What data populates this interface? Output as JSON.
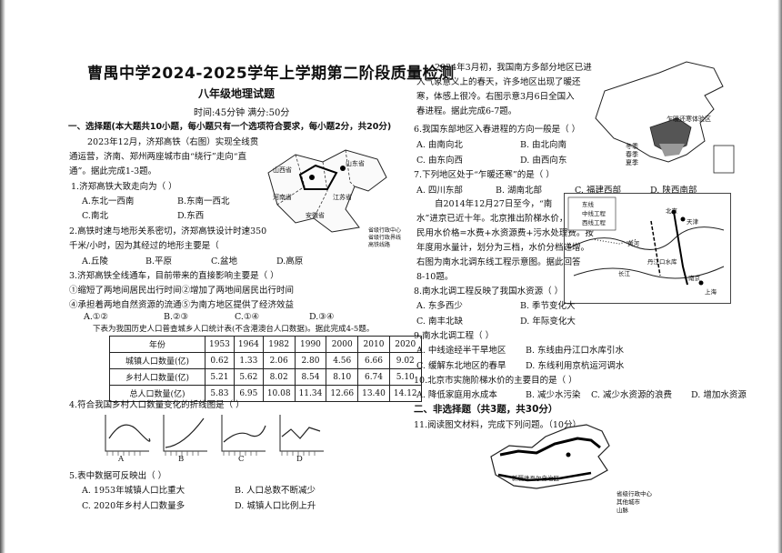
{
  "header": {
    "title": "曹禺中学2024-2025学年上学期第二阶段质量检测",
    "subtitle": "八年级地理试题",
    "meta": "时间:45分钟    满分:50分"
  },
  "section1": {
    "heading": "一、选择题(本大题共10小题，每小题只有一个选项符合要求，每小题2分，共20分)",
    "intro_lines": [
      "2023年12月，济郑高铁（右图）实现全线贯",
      "通运营，济南、郑州两座城市由“绕行”走向“直",
      "通”。据此完成1-3题。"
    ],
    "q1": {
      "stem": "1.济郑高铁大致走向为（  ）",
      "options": [
        "A.东北一西南",
        "B.东南一西北",
        "C.南北",
        "D.东西"
      ]
    },
    "q2": {
      "stem_lines": [
        "2.高铁时速与地形关系密切，济郑高铁设计时速350",
        "千米/小时，因为其经过的地形主要是（"
      ],
      "options": [
        "A.丘陵",
        "B.平原",
        "C.盆地",
        "D.高原"
      ]
    },
    "q3": {
      "stem": "3.济郑高铁全线通车，目前带来的直接影响主要是（  ）",
      "items": [
        "①缩短了两地间居民出行时间②增加了两地间居民出行时间",
        "④承担着两地自然资源的流通⑤为南方地区提供了经济效益"
      ],
      "options": [
        "A.①②",
        "B.②③",
        "C.①④",
        "D.③④"
      ]
    },
    "table_intro": "下表为我国历史人口普查城乡人口统计表(不含港澳台人口数据)。据此完成4-5题。",
    "table": {
      "headers": [
        "年份",
        "1953",
        "1964",
        "1982",
        "1990",
        "2000",
        "2010",
        "2020"
      ],
      "rows": [
        [
          "城镇人口数量(亿)",
          "0.62",
          "1.33",
          "2.06",
          "2.80",
          "4.56",
          "6.66",
          "9.02"
        ],
        [
          "乡村人口数量(亿)",
          "5.21",
          "5.62",
          "8.02",
          "8.54",
          "8.10",
          "6.74",
          "5.10"
        ],
        [
          "总人口数量(亿)",
          "5.83",
          "6.95",
          "10.08",
          "11.34",
          "12.66",
          "13.40",
          "14.12"
        ]
      ]
    },
    "q4": {
      "stem": "4.符合我国乡村人口数量变化的折线图是（  ）",
      "chart_labels": [
        "A",
        "B",
        "C",
        "D"
      ]
    },
    "q5": {
      "stem": "5.表中数据可反映出（  ）",
      "options": [
        "A.  1953年城镇人口比重大",
        "B.  人口总数不断减少",
        "C.  2020年乡村人口数量多",
        "D.  城镇人口比例上升"
      ]
    }
  },
  "map1": {
    "labels": [
      "山西省",
      "河南省",
      "安徽省",
      "江苏省",
      "山东省"
    ],
    "legend": [
      "省级行政中心",
      "省级行政界线",
      "高铁线路"
    ]
  },
  "right_col": {
    "intro_lines": [
      "2024年3月初，我国南方多部分地区已进",
      "入气象意义上的春天，许多地区出现了暖还",
      "寒，体感上很冷。右图示意3月6日全国入",
      "春进程。据此完成6-7题。"
    ],
    "map2": {
      "legend": [
        "冬季",
        "春季",
        "夏季"
      ],
      "callout": "乍暖还寒体验区"
    },
    "q6": {
      "stem": "6.我国东部地区入春进程的方向一般是（  ）",
      "options": [
        "A.  由南向北",
        "B.  由北向南",
        "C.  由东向西",
        "D.  由西向东"
      ]
    },
    "q7": {
      "stem": "7.下列地区处于“乍暖还寒”的是（  ）",
      "options": [
        "A.  四川东部",
        "B.  湖南北部",
        "C.  福建西部",
        "D.  陕西南部"
      ]
    },
    "intro2_lines": [
      "自2014年12月27日至今，“南",
      "水”进京已近十年。北京推出阶梯水价，即把",
      "民用水价格=水费+水资源费+污水处理费。按",
      "年度用水量计，划分为三档，水价分档递增。",
      "右图为南水北调东线工程示意图。据此回答",
      "8-10题。"
    ],
    "map3": {
      "legend": [
        "东线",
        "中线工程",
        "西线工程"
      ],
      "labels": [
        "北京",
        "天津",
        "黄河",
        "长江",
        "南京",
        "上海",
        "丹江口水库"
      ]
    },
    "q8": {
      "stem": "8.南水北调工程反映了我国水资源（  ）",
      "options": [
        "A.  东多西少",
        "B.  季节变化大",
        "C.  南丰北缺",
        "D.  年际变化大"
      ]
    },
    "q9": {
      "stem": "9.南水北调工程（  ）",
      "options": [
        "A.  中线途经半干旱地区",
        "B.  东线由丹江口水库引水",
        "C.  缓解东北地区的春旱",
        "D.  东线利用京杭运河调水"
      ]
    },
    "q10": {
      "stem": "10.北京市实施阶梯水价的主要目的是（  ）",
      "options": [
        "A.  降低家庭用水成本",
        "B.  减少水污染",
        "C.  减少水资源的浪费",
        "D.  增加水资源"
      ]
    }
  },
  "section2": {
    "heading": "二、非选择题（共3题，共30分）",
    "q11": "11.阅读图文材料，完成下列问题。（10分）",
    "map4": {
      "label": "新疆维吾尔自治区",
      "legend": [
        "省级行政中心",
        "其他城市",
        "山脉"
      ]
    }
  }
}
